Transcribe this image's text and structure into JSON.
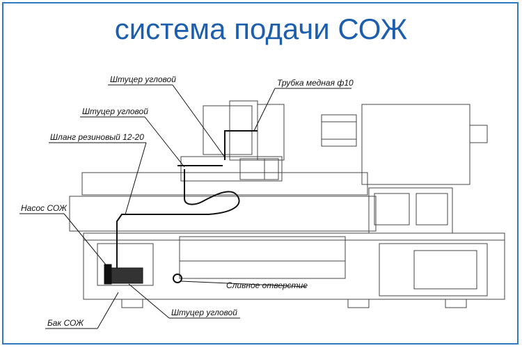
{
  "title": "система подачи СОЖ",
  "labels": {
    "fitting_top": "Штуцер угловой",
    "copper_tube": "Трубка медная ф10",
    "fitting_mid": "Штуцер угловой",
    "rubber_hose": "Шланг резиновый 12-20",
    "pump": "Насос СОЖ",
    "drain_hole": "Сливное отверстие",
    "fitting_bottom": "Штуцер угловой",
    "tank": "Бак СОЖ"
  },
  "colors": {
    "title": "#1d5fae",
    "frame": "#2e7bc4",
    "line": "#444444",
    "pipe": "#111111"
  }
}
